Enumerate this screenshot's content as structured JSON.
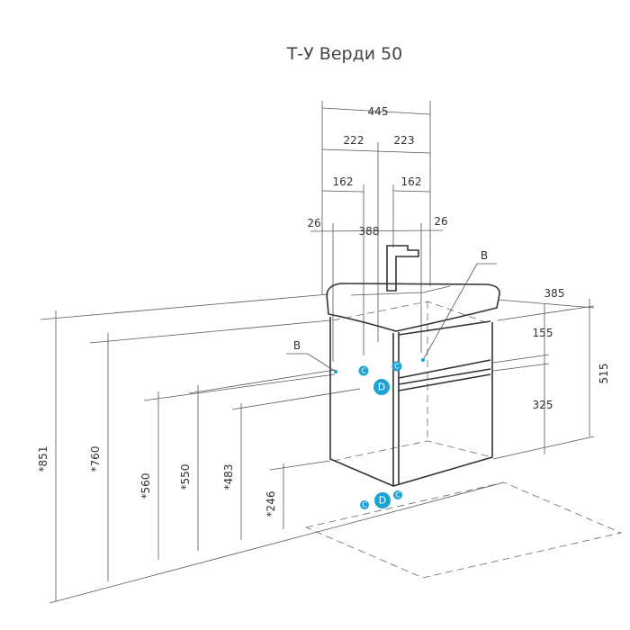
{
  "title": "Т-У Верди 50",
  "colors": {
    "marker": "#1ba3d3",
    "line": "#555555"
  },
  "dimensions": {
    "width_total": "445",
    "width_left_half": "222",
    "width_right_half": "223",
    "left_162": "162",
    "right_162": "162",
    "left_26": "26",
    "inner_388": "388",
    "right_26": "26",
    "depth_385": "385",
    "drawer_155": "155",
    "lower_325": "325",
    "cabinet_515": "515",
    "h_851": "*851",
    "h_760": "*760",
    "h_560": "*560",
    "h_550": "*550",
    "h_483": "*483",
    "h_246": "*246"
  },
  "labels": {
    "b_left": "B",
    "b_right": "B"
  },
  "markers": {
    "c": "C",
    "d": "D"
  }
}
